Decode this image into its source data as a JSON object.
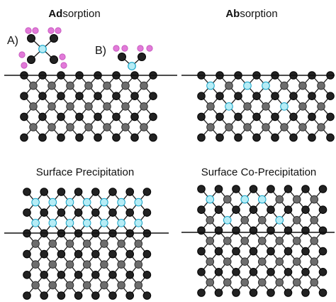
{
  "panels": {
    "adsorption": {
      "title_bold": "Ad",
      "title_rest": "sorption",
      "label_a": "A)",
      "label_b": "B)"
    },
    "absorption": {
      "title_bold": "Ab",
      "title_rest": "sorption"
    },
    "surface_precipitation": {
      "title": "Surface Precipitation"
    },
    "surface_coprecipitation": {
      "title": "Surface Co-Precipitation"
    }
  },
  "colors": {
    "atom_dark": "#222222",
    "atom_grey": "#6d6d6d",
    "atom_cyan": "#b6ecf5",
    "atom_cyan_stroke": "#1aa6c9",
    "ligand_pink": "#e27ad9",
    "bond": "#1a1a1a",
    "surface_line": "#111111"
  }
}
